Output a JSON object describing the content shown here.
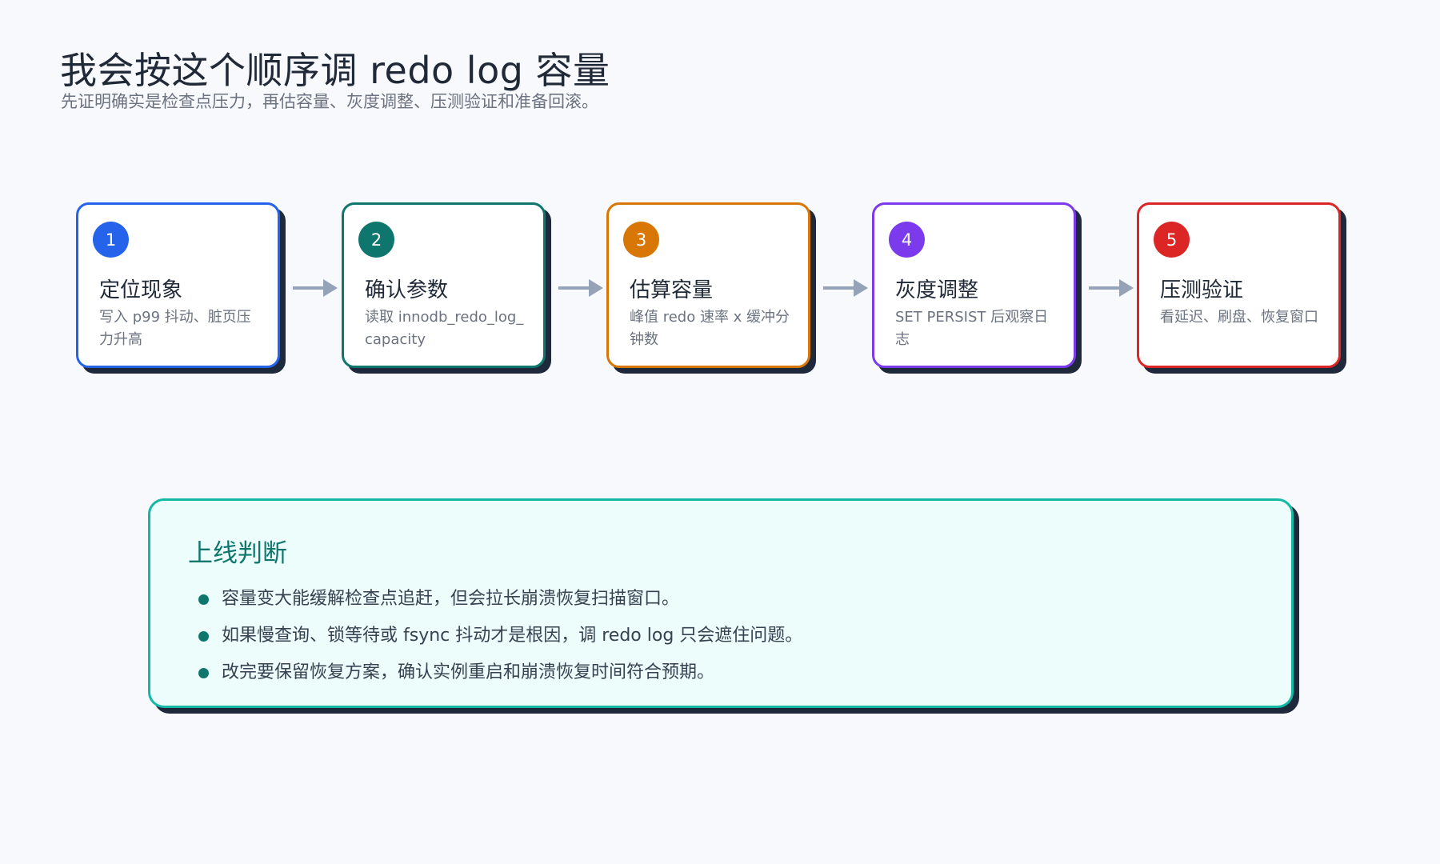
{
  "header": {
    "title": "我会按这个顺序调 redo log 容量",
    "subtitle": "先证明确实是检查点压力，再估容量、灰度调整、压测验证和准备回滚。"
  },
  "steps": [
    {
      "number": "1",
      "title": "定位现象",
      "desc": "写入 p99 抖动、脏页压力升高",
      "color": "#2563eb"
    },
    {
      "number": "2",
      "title": "确认参数",
      "desc": "读取 innodb_redo_log_capacity",
      "color": "#0f766e"
    },
    {
      "number": "3",
      "title": "估算容量",
      "desc": "峰值 redo 速率 x 缓冲分钟数",
      "color": "#d97706"
    },
    {
      "number": "4",
      "title": "灰度调整",
      "desc": "SET PERSIST 后观察日志",
      "color": "#7c3aed"
    },
    {
      "number": "5",
      "title": "压测验证",
      "desc": "看延迟、刷盘、恢复窗口",
      "color": "#dc2626"
    }
  ],
  "arrow_color": "#94a3b8",
  "panel": {
    "title": "上线判断",
    "border_color": "#14b8a6",
    "items": [
      "容量变大能缓解检查点追赶，但会拉长崩溃恢复扫描窗口。",
      "如果慢查询、锁等待或 fsync 抖动才是根因，调 redo log 只会遮住问题。",
      "改完要保留恢复方案，确认实例重启和崩溃恢复时间符合预期。"
    ]
  }
}
